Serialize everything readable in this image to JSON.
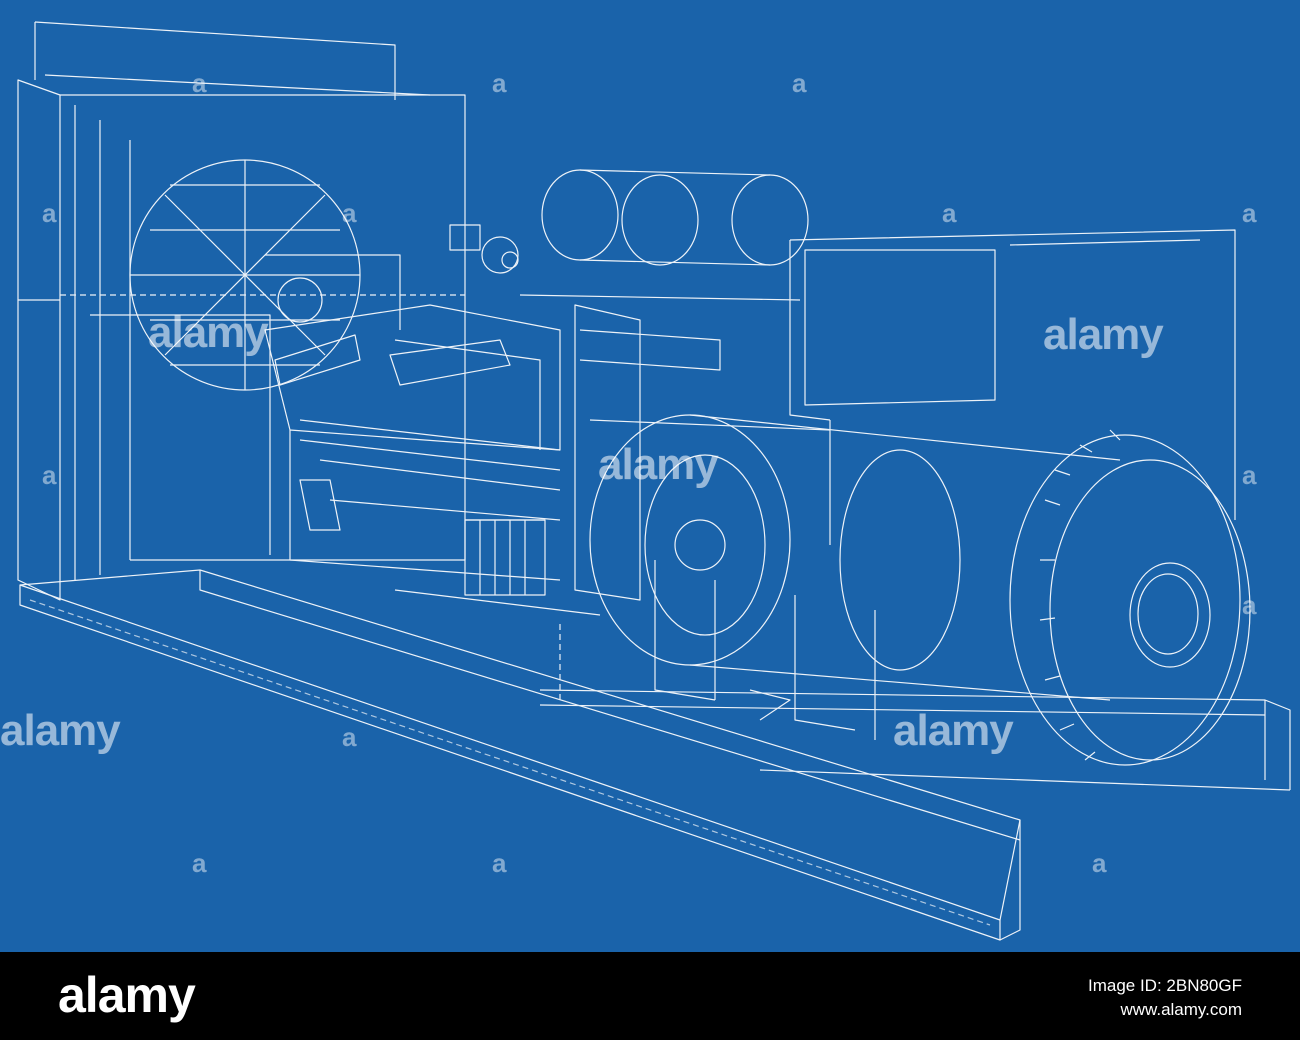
{
  "image": {
    "subject": "wireframe-generator-set",
    "background_color": "#1a63aa",
    "line_color": "#ffffff"
  },
  "watermarks": {
    "text": "alamy",
    "small_icon": "a"
  },
  "footer": {
    "brand": "alamy",
    "image_id_label": "Image ID: 2BN80GF",
    "url": "www.alamy.com"
  }
}
